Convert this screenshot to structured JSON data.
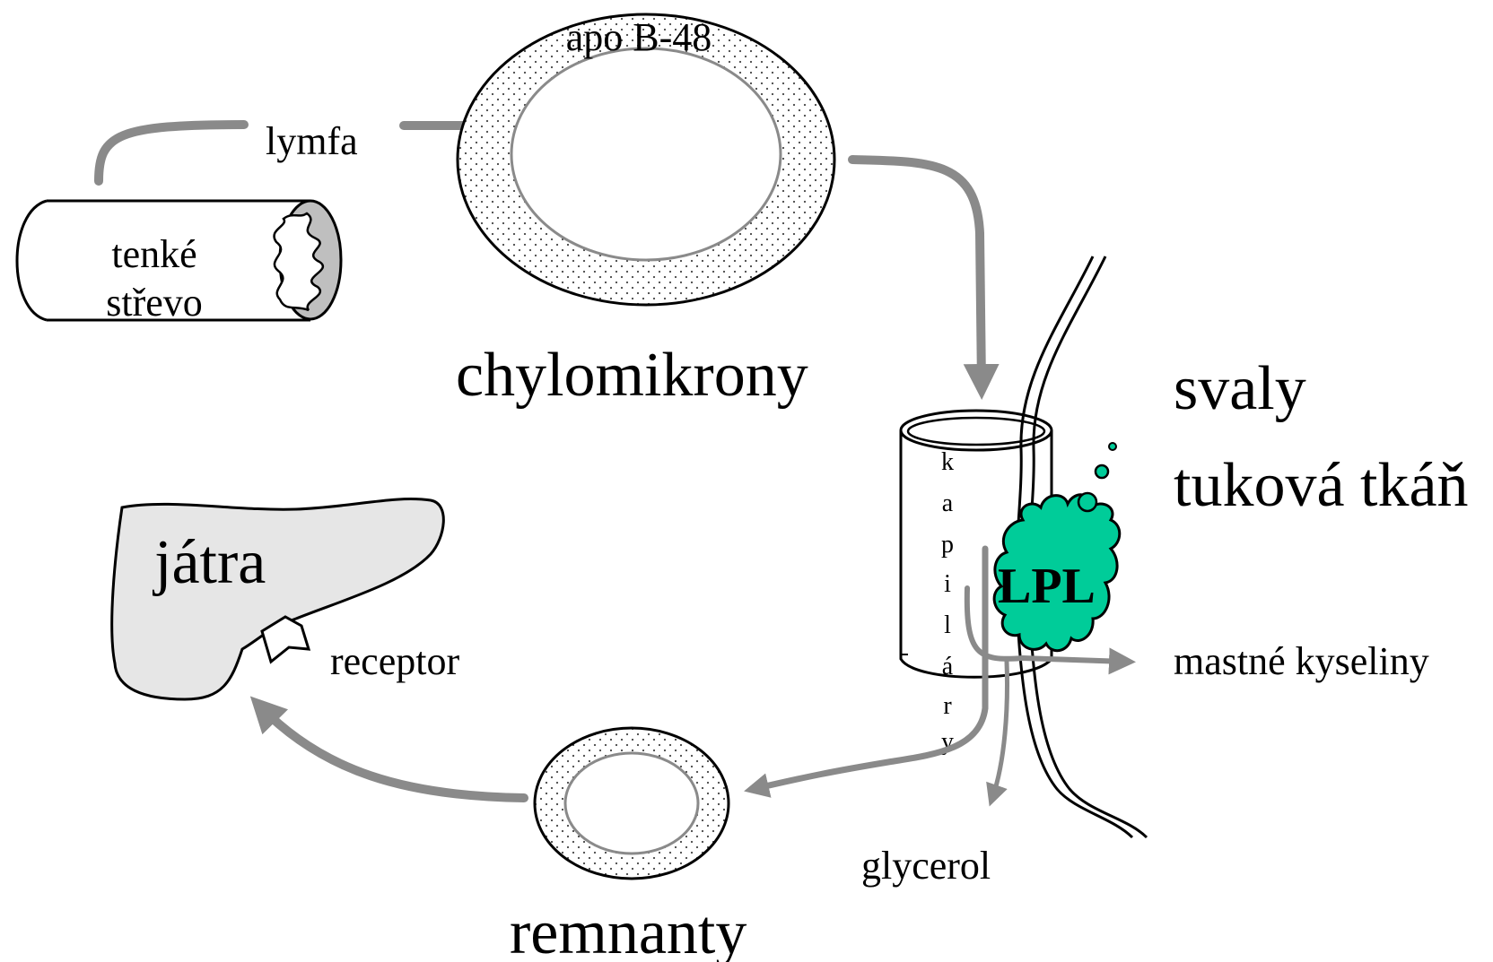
{
  "labels": {
    "apo": "apo B-48",
    "lymfa": "lymfa",
    "intestine_line1": "tenké",
    "intestine_line2": "střevo",
    "chylomicrons": "chylomikrony",
    "muscles": "svaly",
    "adipose": "tuková tkáň",
    "lpl": "LPL",
    "capillaries_letters": [
      "k",
      "a",
      "p",
      "i",
      "l",
      "á",
      "r",
      "y"
    ],
    "fatty_acids": "mastné kyseliny",
    "glycerol": "glycerol",
    "remnants": "remnanty",
    "liver": "játra",
    "receptor": "receptor"
  },
  "colors": {
    "arrow": "#8a8a8a",
    "lpl_fill": "#00cc99",
    "liver_fill": "#e6e6e6",
    "intestine_lumen": "#bfbfbf",
    "outline": "#000000"
  }
}
